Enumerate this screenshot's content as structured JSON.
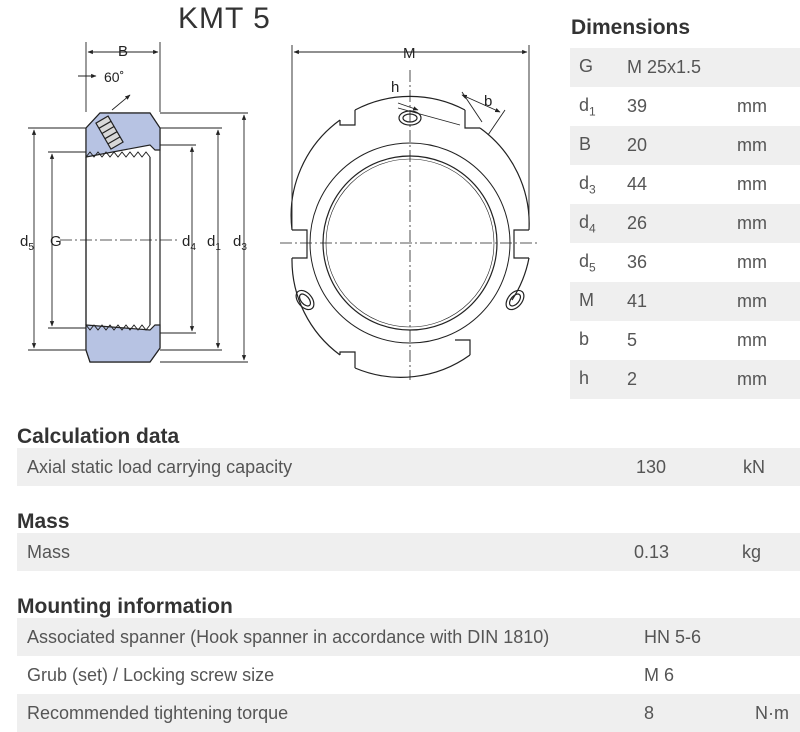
{
  "product": {
    "title": "KMT 5"
  },
  "drawing": {
    "labels": {
      "B": "B",
      "angle": "60˚",
      "M": "M",
      "h": "h",
      "b": "b",
      "d5": "d",
      "d5_sub": "5",
      "G": "G",
      "d4": "d",
      "d4_sub": "4",
      "d1": "d",
      "d1_sub": "1",
      "d3": "d",
      "d3_sub": "3"
    }
  },
  "dimensions": {
    "title": "Dimensions",
    "rows": [
      {
        "symbol": "G",
        "sub": "",
        "value": "M 25x1.5",
        "unit": ""
      },
      {
        "symbol": "d",
        "sub": "1",
        "value": "39",
        "unit": "mm"
      },
      {
        "symbol": "B",
        "sub": "",
        "value": "20",
        "unit": "mm"
      },
      {
        "symbol": "d",
        "sub": "3",
        "value": "44",
        "unit": "mm"
      },
      {
        "symbol": "d",
        "sub": "4",
        "value": "26",
        "unit": "mm"
      },
      {
        "symbol": "d",
        "sub": "5",
        "value": "36",
        "unit": "mm"
      },
      {
        "symbol": "M",
        "sub": "",
        "value": "41",
        "unit": "mm"
      },
      {
        "symbol": "b",
        "sub": "",
        "value": "5",
        "unit": "mm"
      },
      {
        "symbol": "h",
        "sub": "",
        "value": "2",
        "unit": "mm"
      }
    ]
  },
  "calculation": {
    "title": "Calculation data",
    "rows": [
      {
        "label": "Axial static load carrying capacity",
        "value": "130",
        "unit": "kN"
      }
    ]
  },
  "mass": {
    "title": "Mass",
    "rows": [
      {
        "label": "Mass",
        "value": "0.13",
        "unit": "kg"
      }
    ]
  },
  "mounting": {
    "title": "Mounting information",
    "rows": [
      {
        "label": "Associated spanner (Hook spanner in accordance with DIN 1810)",
        "value": "HN 5-6",
        "unit": ""
      },
      {
        "label": "Grub (set) / Locking screw size",
        "value": "M 6",
        "unit": ""
      },
      {
        "label": "Recommended tightening torque",
        "value": "8",
        "unit": "N·m"
      }
    ]
  },
  "colors": {
    "accent_fill": "#b7c3e3",
    "row_shade": "#efefef",
    "line": "#333333"
  }
}
